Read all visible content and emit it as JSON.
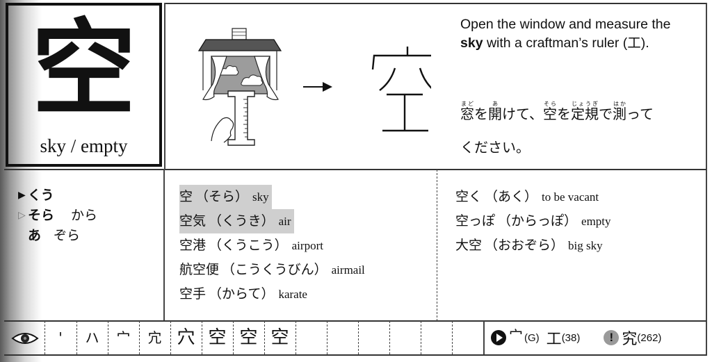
{
  "kanji_card": {
    "kanji": "空",
    "meaning": "sky / empty"
  },
  "illustration": {
    "arrow": "→",
    "component_kanji": "工",
    "icons": [
      "house-window-icon",
      "ruler-icon",
      "hand-icon",
      "clouds-icon",
      "kanji-parts-icon"
    ]
  },
  "mnemonic": {
    "en_part1": "Open the window and measure the ",
    "en_bold": "sky",
    "en_part2": " with a craftman’s ruler (工).",
    "jp": [
      {
        "text": "窓",
        "ruby": "まど"
      },
      {
        "text": "を"
      },
      {
        "text": "開",
        "ruby": "あ"
      },
      {
        "text": "けて、"
      },
      {
        "text": "空",
        "ruby": "そら"
      },
      {
        "text": "を"
      },
      {
        "text": "定規",
        "ruby": "じょうぎ"
      },
      {
        "text": "で"
      },
      {
        "text": "測",
        "ruby": "はか"
      },
      {
        "text": "って"
      },
      {
        "text": "ください。"
      }
    ]
  },
  "readings": {
    "on": {
      "marker": "▶",
      "kana": "くう"
    },
    "kun": {
      "marker": "▷",
      "kana": "そら",
      "extra": "から"
    },
    "kun2": {
      "kana_bold": "あ",
      "extra": "ぞら"
    }
  },
  "vocab_left": [
    {
      "kanji": "空",
      "kana": "（そら）",
      "en": "sky",
      "highlight": true
    },
    {
      "kanji": "空気",
      "kana": "（くうき）",
      "en": "air",
      "highlight": true
    },
    {
      "kanji": "空港",
      "kana": "（くうこう）",
      "en": "airport",
      "highlight": false
    },
    {
      "kanji": "航空便",
      "kana": "（こうくうびん）",
      "en": "airmail",
      "highlight": false
    },
    {
      "kanji": "空手",
      "kana": "（からて）",
      "en": "karate",
      "highlight": false
    }
  ],
  "vocab_right": [
    {
      "kanji": "空く",
      "kana": "（あく）",
      "en": "to be vacant"
    },
    {
      "kanji": "空っぽ",
      "kana": "（からっぽ）",
      "en": "empty"
    },
    {
      "kanji": "大空",
      "kana": "（おおぞら）",
      "en": "big sky"
    }
  ],
  "stroke_order": {
    "icon": "eye-icon",
    "strokes": [
      "'",
      "ハ",
      "宀",
      "宂",
      "穴",
      "空",
      "空",
      "空",
      "",
      "",
      "",
      "",
      "",
      ""
    ]
  },
  "radical_info": {
    "play_icon": "play-circle-icon",
    "radical": "宀",
    "radical_label": "(G)",
    "component": "工",
    "component_ref": "(38)",
    "warn_icon": "exclamation-circle-icon",
    "warn_symbol": "!",
    "confusable": "究",
    "confusable_ref": "(262)"
  }
}
